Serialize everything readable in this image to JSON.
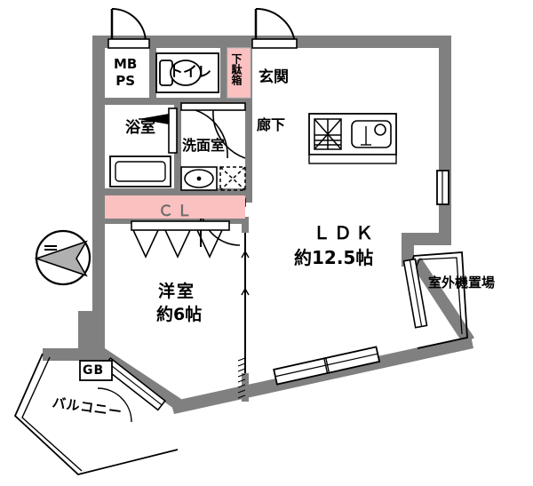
{
  "plan": {
    "title": "間取り図",
    "unit_colors": {
      "wall": "#808080",
      "wall_dark": "#6e6e6e",
      "fixture_line": "#000000",
      "closet_fill": "#fbc0c0",
      "closet_text": "#6e6e6e",
      "background": "#ffffff"
    },
    "rooms": [
      {
        "id": "mbps",
        "label": "MB\nPS",
        "area": ""
      },
      {
        "id": "toilet",
        "label": "トイレ",
        "area": ""
      },
      {
        "id": "getabako",
        "label": "下駄箱",
        "area": ""
      },
      {
        "id": "genkan",
        "label": "玄関",
        "area": ""
      },
      {
        "id": "yokushitsu",
        "label": "浴室",
        "area": ""
      },
      {
        "id": "senmenshitsu",
        "label": "洗面室",
        "area": ""
      },
      {
        "id": "rouka",
        "label": "廊下",
        "area": ""
      },
      {
        "id": "closet",
        "label": "ＣＬ",
        "area": ""
      },
      {
        "id": "ldk",
        "label": "ＬＤＫ",
        "area": "約12.5帖"
      },
      {
        "id": "youshitsu",
        "label": "洋室",
        "area": "約6帖"
      },
      {
        "id": "shitsugaiki",
        "label": "室外機置場",
        "area": ""
      },
      {
        "id": "balcony",
        "label": "バルコニー",
        "area": ""
      },
      {
        "id": "gb",
        "label": "GB",
        "area": ""
      }
    ],
    "labels": {
      "mbps": "MB\nPS",
      "mbps_line1": "MB",
      "mbps_line2": "PS",
      "toilet": "トイレ",
      "getabako": "下駄箱",
      "genkan": "玄関",
      "yokushitsu": "浴室",
      "senmenshitsu": "洗面室",
      "rouka": "廊下",
      "closet": "ＣＬ",
      "ldk_name": "ＬＤＫ",
      "ldk_area": "約12.5帖",
      "youshitsu_name": "洋室",
      "youshitsu_area": "約6帖",
      "shitsugaiki": "室外機置場",
      "balcony": "バルコニー",
      "gb": "GB"
    },
    "fixtures": [
      {
        "id": "toilet-bowl",
        "name": "toilet-fixture"
      },
      {
        "id": "bathtub",
        "name": "bathtub-fixture"
      },
      {
        "id": "washbasin",
        "name": "washbasin-fixture"
      },
      {
        "id": "washer-space",
        "name": "washing-machine-space"
      },
      {
        "id": "stove",
        "name": "stove-fixture"
      },
      {
        "id": "sink",
        "name": "kitchen-sink-fixture"
      }
    ],
    "compass": {
      "name": "north-compass",
      "direction": "west-left"
    }
  }
}
